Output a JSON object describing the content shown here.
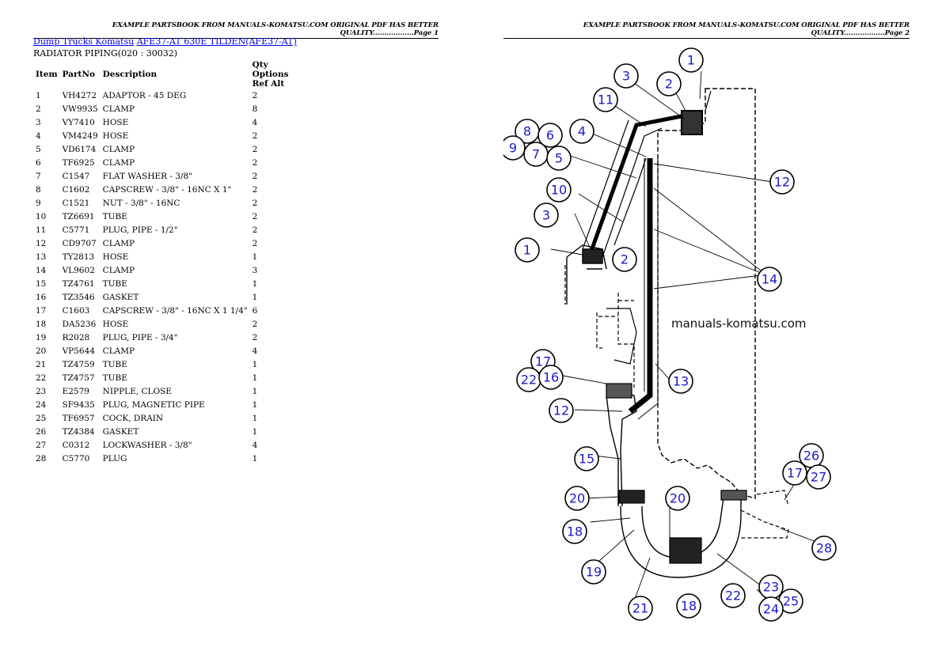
{
  "header": {
    "page1": "EXAMPLE PARTSBOOK FROM MANUALS-KOMATSU.COM ORIGINAL PDF HAS BETTER QUALITY..................Page 1",
    "page2": "EXAMPLE PARTSBOOK FROM MANUALS-KOMATSU.COM ORIGINAL PDF HAS BETTER QUALITY..................Page 2"
  },
  "breadcrumb": {
    "link1": "Dump Trucks Komatsu",
    "link2": "AFE37-AT 630E TILDEN(AFE37-AT)"
  },
  "section_title": "RADIATOR PIPING(020 : 30032)",
  "table": {
    "headers": {
      "item": "Item",
      "part": "PartNo",
      "desc": "Description",
      "qty": "Qty Options Ref Alt"
    },
    "rows": [
      [
        "1",
        "VH4272",
        "ADAPTOR - 45 DEG",
        "2"
      ],
      [
        "2",
        "VW9935",
        "CLAMP",
        "8"
      ],
      [
        "3",
        "VY7410",
        "HOSE",
        "4"
      ],
      [
        "4",
        "VM4249",
        "HOSE",
        "2"
      ],
      [
        "5",
        "VD6174",
        "CLAMP",
        "2"
      ],
      [
        "6",
        "TF6925",
        "CLAMP",
        "2"
      ],
      [
        "7",
        "C1547",
        "FLAT WASHER - 3/8\"",
        "2"
      ],
      [
        "8",
        "C1602",
        "CAPSCREW - 3/8\" - 16NC X 1\"",
        "2"
      ],
      [
        "9",
        "C1521",
        "NUT - 3/8\" - 16NC",
        "2"
      ],
      [
        "10",
        "TZ6691",
        "TUBE",
        "2"
      ],
      [
        "11",
        "C5771",
        "PLUG, PIPE - 1/2\"",
        "2"
      ],
      [
        "12",
        "CD9707",
        "CLAMP",
        "2"
      ],
      [
        "13",
        "TY2813",
        "HOSE",
        "1"
      ],
      [
        "14",
        "VL9602",
        "CLAMP",
        "3"
      ],
      [
        "15",
        "TZ4761",
        "TUBE",
        "1"
      ],
      [
        "16",
        "TZ3546",
        "GASKET",
        "1"
      ],
      [
        "17",
        "C1603",
        "CAPSCREW - 3/8\" - 16NC X 1 1/4\"",
        "6"
      ],
      [
        "18",
        "DA5236",
        "HOSE",
        "2"
      ],
      [
        "19",
        "R2028",
        "PLUG, PIPE - 3/4\"",
        "2"
      ],
      [
        "20",
        "VP5644",
        "CLAMP",
        "4"
      ],
      [
        "21",
        "TZ4759",
        "TUBE",
        "1"
      ],
      [
        "22",
        "TZ4757",
        "TUBE",
        "1"
      ],
      [
        "23",
        "E2579",
        "NIPPLE, CLOSE",
        "1"
      ],
      [
        "24",
        "SF9435",
        "PLUG, MAGNETIC PIPE",
        "1"
      ],
      [
        "25",
        "TF6957",
        "COCK, DRAIN",
        "1"
      ],
      [
        "26",
        "TZ4384",
        "GASKET",
        "1"
      ],
      [
        "27",
        "C0312",
        "LOCKWASHER - 3/8\"",
        "4"
      ],
      [
        "28",
        "C5770",
        "PLUG",
        "1"
      ]
    ]
  },
  "diagram": {
    "watermark": "manuals-komatsu.com",
    "callouts": [
      "1",
      "2",
      "3",
      "11",
      "8",
      "6",
      "4",
      "9",
      "7",
      "5",
      "12",
      "10",
      "3",
      "1",
      "2",
      "14",
      "17",
      "22",
      "16",
      "13",
      "12",
      "15",
      "26",
      "17",
      "27",
      "20",
      "20",
      "18",
      "28",
      "19",
      "23",
      "25",
      "22",
      "24",
      "21",
      "18"
    ]
  }
}
